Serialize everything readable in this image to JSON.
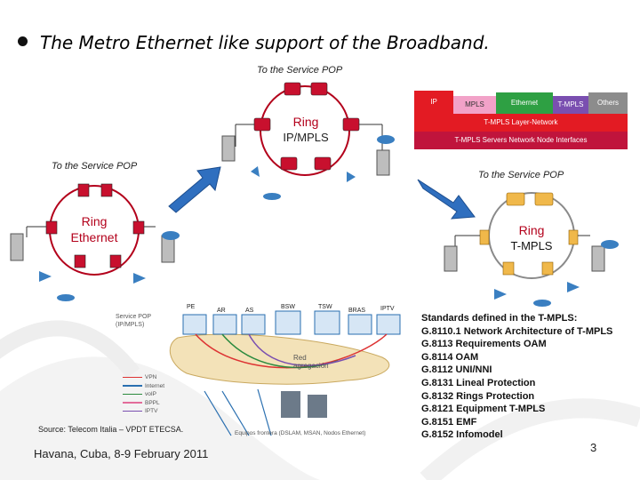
{
  "title": "The Metro Ethernet like support of the Broadband.",
  "pops": {
    "top": "To the Service POP",
    "left": "To the Service POP",
    "right": "To the Service POP"
  },
  "rings": {
    "ipmpls": {
      "line1": "Ring",
      "line2": "IP/MPLS"
    },
    "ethernet": {
      "line1": "Ring",
      "line2": "Ethernet"
    },
    "tmpls": {
      "line1": "Ring",
      "line2": "T-MPLS"
    }
  },
  "stack": {
    "layers": [
      "IP",
      "MPLS",
      "Ethernet",
      "T-MPLS",
      "Others"
    ],
    "layer_network": "T-MPLS Layer-Network",
    "servers": "T-MPLS Servers Network Node Interfaces",
    "colors": {
      "ip": "#e31b23",
      "mpls": "#f2a2c8",
      "ethernet": "#2ea043",
      "tmpls": "#7a4fb0",
      "others": "#8c8c8c",
      "layer": "#e31b23",
      "servers": "#c0143c"
    }
  },
  "bottom_diagram": {
    "top_labels": [
      "PE",
      "AR",
      "AS",
      "BSW",
      "TSW",
      "BRAS",
      "IPTV"
    ],
    "left_labels": [
      "Service POP",
      "(IP/MPLS)"
    ],
    "cloud_labels": [
      "Red",
      "agregación"
    ],
    "legend": [
      "VPN",
      "Internet",
      "voIP",
      "BPPL",
      "IPTV"
    ],
    "bottom_label": "Equipos frontera (DSLAM, MSAN, Nodos Ethernet)"
  },
  "source": "Source: Telecom Italia – VPDT ETECSA.",
  "footer": "Havana, Cuba, 8-9 February 2011",
  "page_number": "3",
  "standards": {
    "heading": "Standards defined in the T-MPLS:",
    "items": [
      "G.8110.1 Network Architecture of T-MPLS",
      "G.8113 Requirements OAM",
      "G.8114 OAM",
      "G.8112 UNI/NNI",
      "G.8131 Lineal Protection",
      "G.8132 Rings Protection",
      "G.8121 Equipment T-MPLS",
      "G.8151 EMF",
      "G.8152 Infomodel"
    ]
  }
}
